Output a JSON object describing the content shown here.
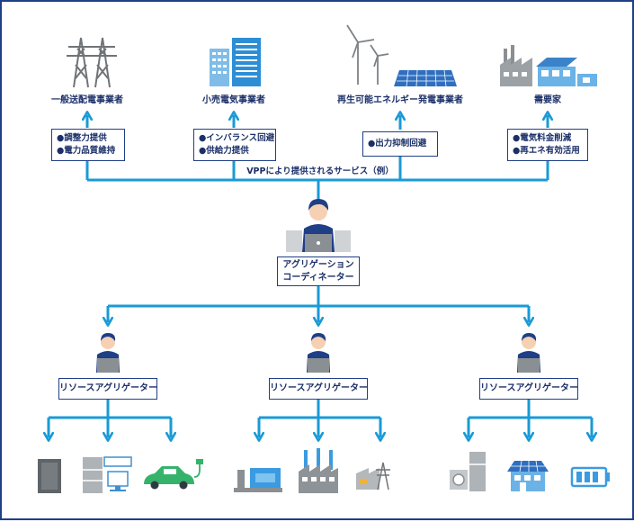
{
  "stakeholders": [
    {
      "label": "一般送配電事業者",
      "icon": "transmission-tower-icon"
    },
    {
      "label": "小売電気事業者",
      "icon": "office-buildings-icon"
    },
    {
      "label": "再生可能エネルギー発電事業者",
      "icon": "wind-solar-icon"
    },
    {
      "label": "需要家",
      "icon": "factory-house-icon"
    }
  ],
  "services": [
    [
      "●調整力提供",
      "●電力品質維持"
    ],
    [
      "●インバランス回避",
      "●供給力提供"
    ],
    [
      "●出力抑制回避"
    ],
    [
      "●電気料金削減",
      "●再エネ有効活用"
    ]
  ],
  "vpp_label": "VPPにより提供されるサービス（例）",
  "coordinator": {
    "line1": "アグリゲーション",
    "line2": "コーディネーター"
  },
  "aggregators": [
    {
      "label": "リソースアグリゲーター",
      "resources": [
        "storage-cabinet-icon",
        "appliances-icon",
        "electric-car-icon"
      ]
    },
    {
      "label": "リソースアグリゲーター",
      "resources": [
        "plant-equipment-icon",
        "factory-icon",
        "power-facility-icon"
      ]
    },
    {
      "label": "リソースアグリゲーター",
      "resources": [
        "heat-pump-unit-icon",
        "solar-house-icon",
        "battery-icon"
      ]
    }
  ],
  "colors": {
    "arrow": "#1a9ad6",
    "border": "#1f3f86",
    "text": "#1b2f68",
    "icon_gray": "#6f7478",
    "icon_blue": "#3f8fd0"
  }
}
